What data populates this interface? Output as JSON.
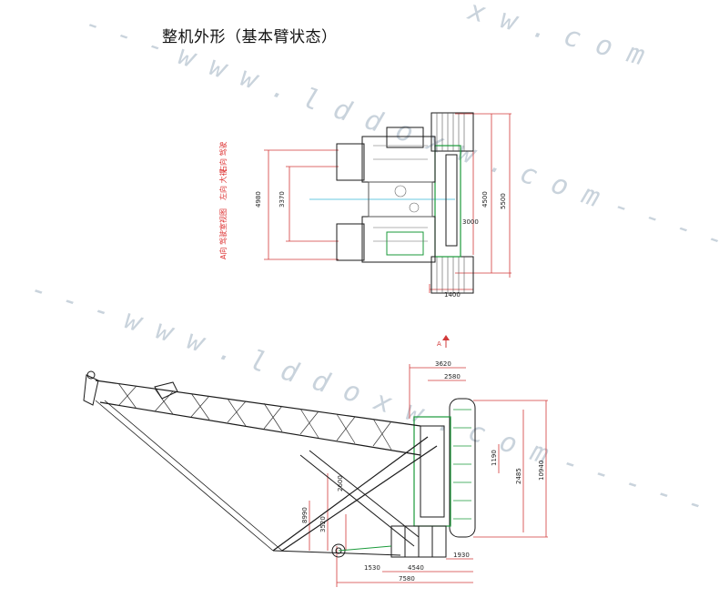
{
  "title": "整机外形（基本臂状态）",
  "watermarks": [
    "- - - w w w . l d d o x w . c o m - - - - -",
    "- - - w w w . l d d o x w . c o m - - - - -",
    "x w . c o m"
  ],
  "legend": [
    "A向 驾驶室视图",
    "左向 大视",
    "右向 驾驶"
  ],
  "top_view_dims": [
    "4980",
    "3370",
    "4500",
    "5500",
    "3000",
    "1400"
  ],
  "side_view_dims": [
    "3620",
    "2580",
    "1930",
    "4540",
    "7580",
    "1190",
    "2485",
    "2600",
    "3520",
    "10940",
    "8990",
    "1530"
  ],
  "arrow_label": "A",
  "colors": {
    "line": "#1a1a1a",
    "accent": "#1a9a3a",
    "dim": "#d23a3a",
    "cyan": "#36b8d8"
  }
}
